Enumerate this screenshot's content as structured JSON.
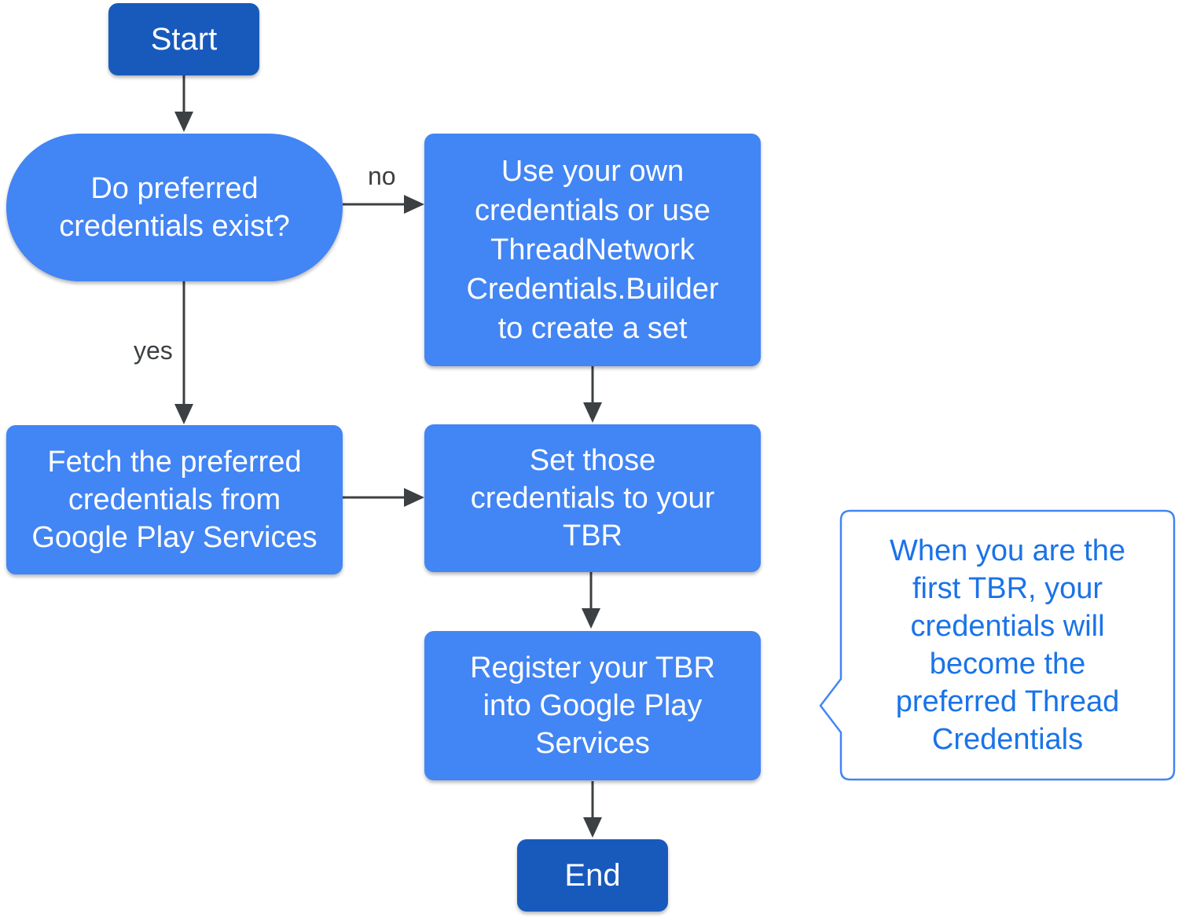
{
  "nodes": {
    "start": "Start",
    "decision": "Do preferred\ncredentials exist?",
    "own_credentials": "Use your own\ncredentials or use\nThreadNetwork\nCredentials.Builder\nto create a set",
    "fetch": "Fetch the preferred\ncredentials from\nGoogle Play Services",
    "set_credentials": "Set those\ncredentials to your\nTBR",
    "register": "Register your TBR\ninto Google Play\nServices",
    "end": "End"
  },
  "edge_labels": {
    "no": "no",
    "yes": "yes"
  },
  "callout": {
    "text": "When you are the\nfirst TBR, your\ncredentials will\nbecome the\npreferred Thread\nCredentials"
  },
  "colors": {
    "terminal": "#185abc",
    "process": "#4285f4",
    "connector": "#3c4043",
    "callout_border": "#4285f4",
    "callout_text": "#1a73e8"
  }
}
